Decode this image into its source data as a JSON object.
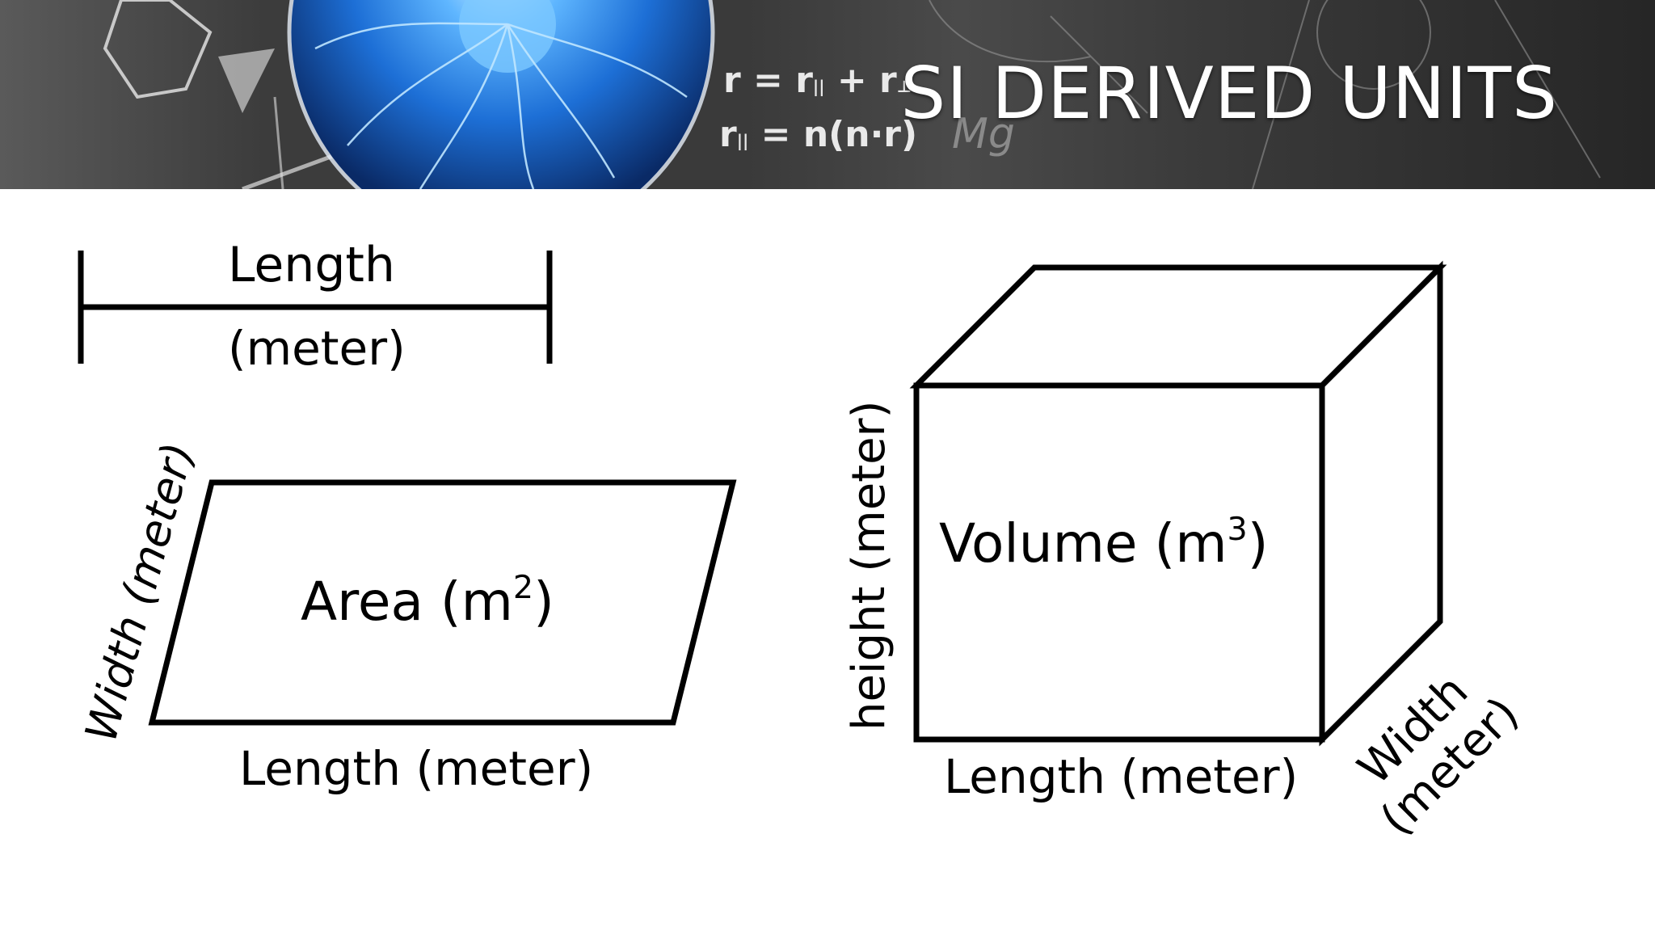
{
  "slide": {
    "title": "SI DERIVED UNITS"
  },
  "banner": {
    "equation_1": "r = r",
    "equation_1_sub1": "||",
    "equation_1_plus": " + r",
    "equation_1_sub2": "⊥",
    "equation_2": "r",
    "equation_2_sub": "||",
    "equation_2_rest": " = n(n·r)",
    "background_text": "Mg"
  },
  "length_diagram": {
    "top_label": "Length",
    "bottom_label": "(meter)"
  },
  "area_diagram": {
    "center_label": "Area (m",
    "center_exponent": "2",
    "center_close": ")",
    "side_label": "Width (meter)",
    "bottom_label": "Length (meter)"
  },
  "volume_diagram": {
    "center_label": "Volume (m",
    "center_exponent": "3",
    "center_close": ")",
    "side_label": "height (meter)",
    "bottom_label": "Length (meter)",
    "depth_label_line1": "Width",
    "depth_label_line2": "(meter)"
  },
  "colors": {
    "banner_dark": "#2a2a2a",
    "plasma_blue": "#2f7fe0",
    "outline": "#000000"
  }
}
